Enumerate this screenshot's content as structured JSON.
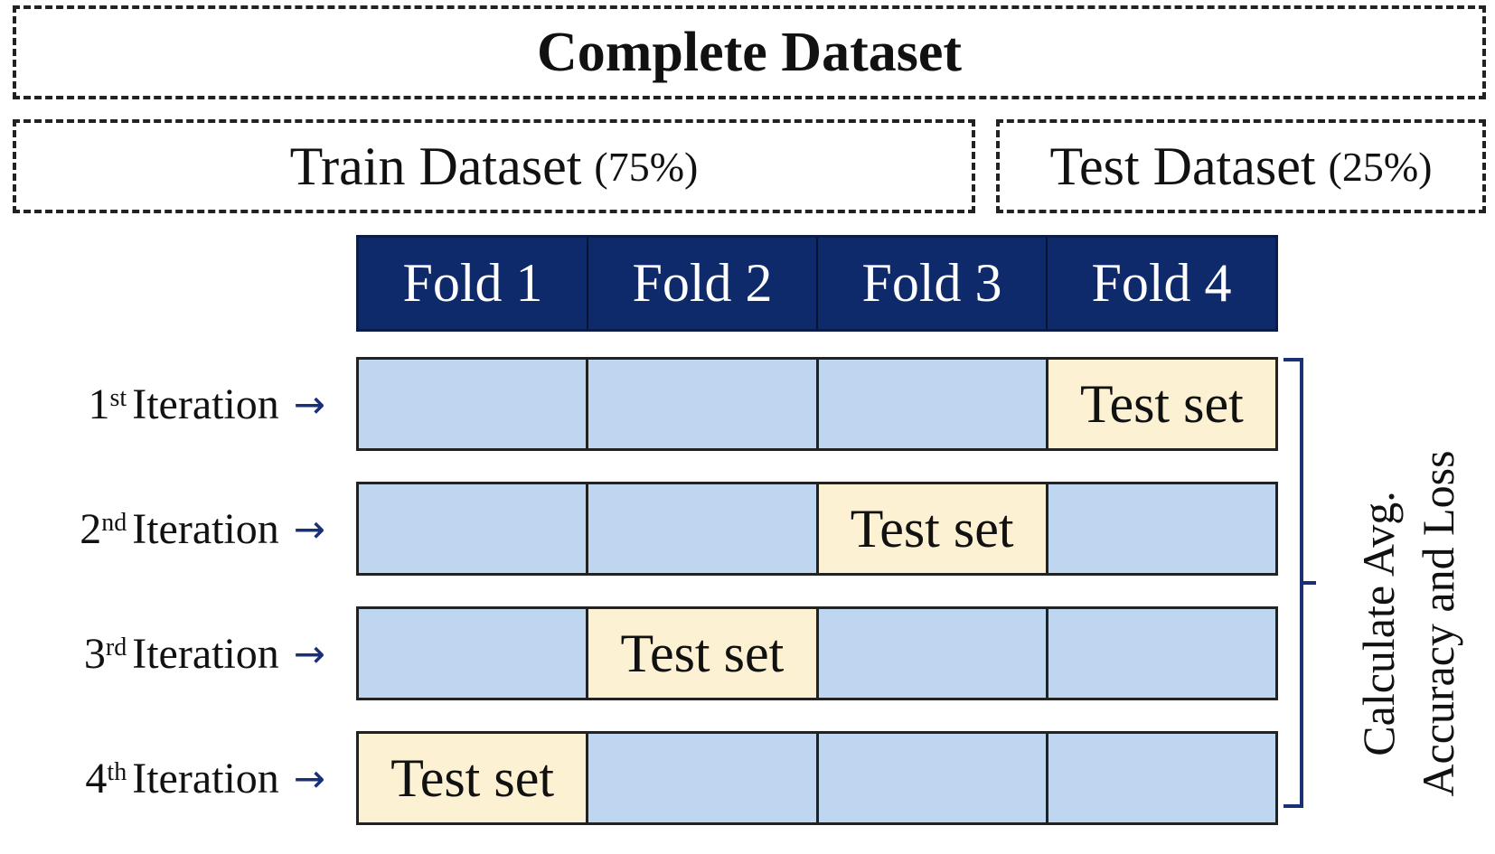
{
  "complete_dataset": {
    "label": "Complete Dataset"
  },
  "train_dataset": {
    "label": "Train Dataset",
    "percent": "(75%)"
  },
  "test_dataset": {
    "label": "Test Dataset",
    "percent": "(25%)"
  },
  "folds": [
    "Fold 1",
    "Fold 2",
    "Fold 3",
    "Fold 4"
  ],
  "iterations": [
    {
      "number": "1",
      "suffix": "st",
      "word": "Iteration",
      "arrow": "→",
      "test_fold_index": 3
    },
    {
      "number": "2",
      "suffix": "nd",
      "word": "Iteration",
      "arrow": "→",
      "test_fold_index": 2
    },
    {
      "number": "3",
      "suffix": "rd",
      "word": "Iteration",
      "arrow": "→",
      "test_fold_index": 1
    },
    {
      "number": "4",
      "suffix": "th",
      "word": "Iteration",
      "arrow": "→",
      "test_fold_index": 0
    }
  ],
  "test_cell_label": "Test set",
  "side_label": {
    "line1": "Calculate Avg.",
    "line2": "Accuracy and Loss"
  },
  "colors": {
    "train": "#bed6ef",
    "test": "#fcf1d2",
    "fold_header": "#0e2a6b",
    "bracket": "#1a2f75"
  }
}
